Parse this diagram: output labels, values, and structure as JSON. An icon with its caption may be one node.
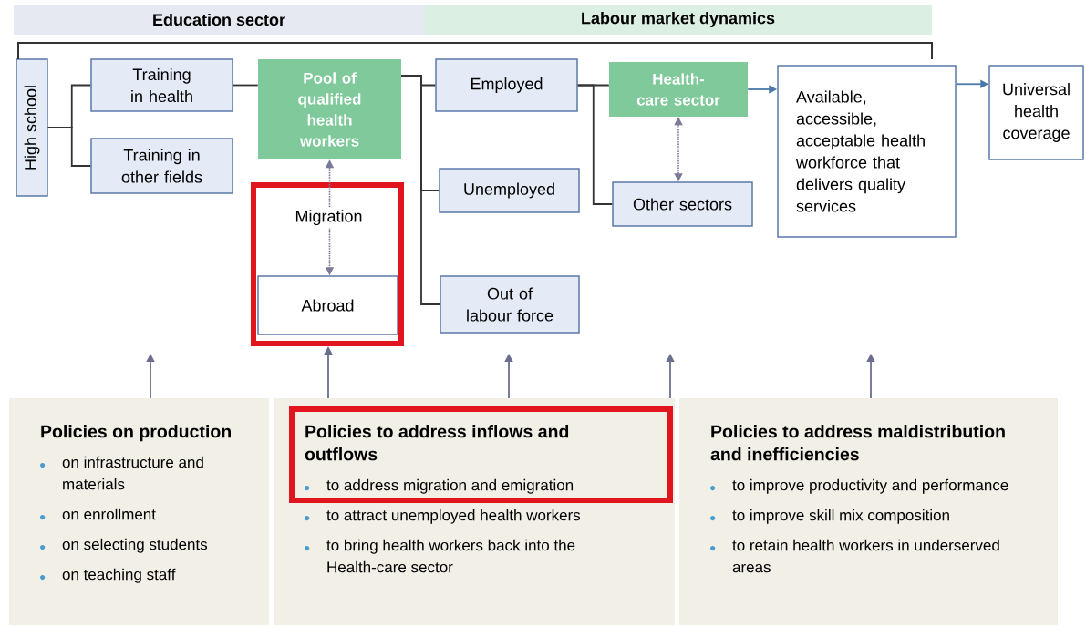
{
  "diagram": {
    "nodes": [
      {
        "text": [
          "Education sector"
        ]
      },
      {
        "text": [
          "Labour market dynamics"
        ]
      },
      {
        "text": [
          "High school"
        ]
      },
      {
        "text": [
          "Training in health"
        ]
      },
      {
        "text": [
          "Training in other fields"
        ]
      },
      {
        "text": [
          "Pool of qualified health workers"
        ]
      },
      {
        "text": [],
        "shape": "box"
      },
      {
        "text": [
          "Abroad"
        ],
        "in": 6
      },
      {
        "text": [
          "Employed"
        ]
      },
      {
        "text": [
          "Unemployed"
        ]
      },
      {
        "text": [
          "Out of labour force"
        ]
      },
      {
        "text": [
          "Health-care sector"
        ]
      },
      {
        "text": [
          "Other sectors"
        ]
      },
      {
        "text": [
          "Available, accessible, acceptable health workforce that delivers quality services"
        ]
      },
      {
        "text": [
          "Universal health coverage"
        ]
      },
      {
        "text": [
          "Policies on production",
          "on infrastructure and materials",
          "on enrollment",
          "on selecting students",
          "on teaching staff"
        ]
      },
      {
        "text": [
          "Policies to address inflows and outflows",
          "to address migration and emigration",
          "to attract unemployed health workers",
          "to bring health workers back into the Health-care sector"
        ]
      },
      {
        "text": [
          "Policies to address maldistribution and inefficiencies",
          "to improve productivity and performance",
          "to improve skill mix composition",
          "to retain health workers in underserved areas"
        ]
      }
    ],
    "edges": [
      {
        "from": 2,
        "to": 3,
        "arrow": "none"
      },
      {
        "from": 2,
        "to": 4,
        "arrow": "none"
      },
      {
        "from": 3,
        "to": 5,
        "arrow": "none"
      },
      {
        "from": 5,
        "to": 8,
        "arrow": "none"
      },
      {
        "from": 5,
        "to": 9,
        "arrow": "none"
      },
      {
        "from": 5,
        "to": 10,
        "arrow": "none"
      },
      {
        "from": 8,
        "to": 11,
        "arrow": "none"
      },
      {
        "from": 8,
        "to": 12,
        "arrow": "none"
      },
      {
        "from": 11,
        "to": 13,
        "arrow": "to",
        "color": "#4a78a8"
      },
      {
        "from": 13,
        "to": 14,
        "arrow": "to",
        "color": "#4a78a8"
      },
      {
        "from": 11,
        "to": 12,
        "arrow": "both",
        "style": "dashed",
        "color": "#7a7a9a"
      },
      {
        "from": 5,
        "to": 7,
        "arrow": "both",
        "style": "dashed",
        "color": "#7a7a9a",
        "label": "Migration"
      },
      {
        "from": 15,
        "to": null,
        "arrow": "to",
        "color": "#6b6f8f"
      },
      {
        "from": 16,
        "to": 6,
        "arrow": "to",
        "color": "#6b6f8f"
      },
      {
        "from": 16,
        "to": null,
        "arrow": "to",
        "color": "#6b6f8f"
      },
      {
        "from": 16,
        "to": null,
        "arrow": "to",
        "color": "#6b6f8f"
      },
      {
        "from": 17,
        "to": null,
        "arrow": "to",
        "color": "#6b6f8f"
      }
    ]
  }
}
